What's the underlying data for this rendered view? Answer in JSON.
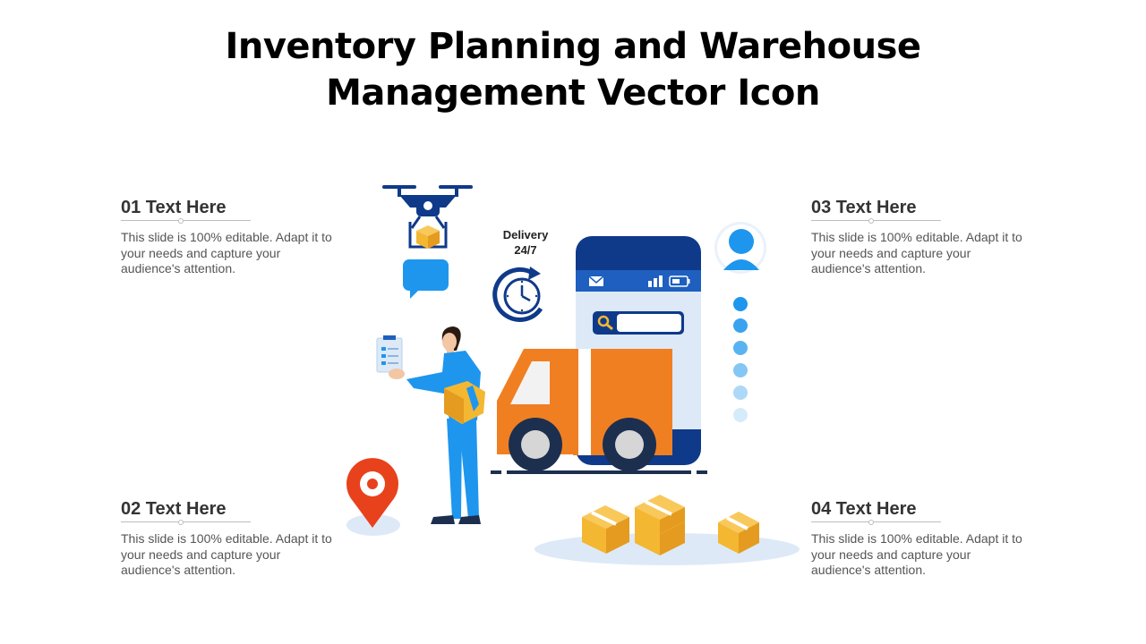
{
  "title": {
    "line1": "Inventory Planning and Warehouse",
    "line2": "Management Vector Icon"
  },
  "blocks": [
    {
      "heading": "01 Text Here",
      "body": "This slide is 100% editable. Adapt it to your needs and capture your audience's attention."
    },
    {
      "heading": "02 Text Here",
      "body": "This slide is 100% editable. Adapt it to your needs and capture your audience's attention."
    },
    {
      "heading": "03 Text Here",
      "body": "This slide is 100% editable. Adapt it to your needs and capture your audience's attention."
    },
    {
      "heading": "04 Text Here",
      "body": "This slide is 100% editable. Adapt it to your needs and capture your audience's attention."
    }
  ],
  "illustration": {
    "delivery_line1": "Delivery",
    "delivery_line2": "24/7",
    "icons": [
      "drone-icon",
      "package-icon",
      "chat-bubble-icon",
      "clock-icon",
      "smartphone-icon",
      "mail-icon",
      "signal-icon",
      "battery-icon",
      "search-icon",
      "truck-icon",
      "user-avatar-icon",
      "location-pin-icon",
      "clipboard-icon",
      "person-icon"
    ],
    "colors": {
      "navy": "#0f3a8a",
      "blue": "#1e96ee",
      "orange": "#f07f22",
      "box": "#f4b732",
      "red": "#e8421c",
      "light_blue": "#dde9f7"
    }
  }
}
